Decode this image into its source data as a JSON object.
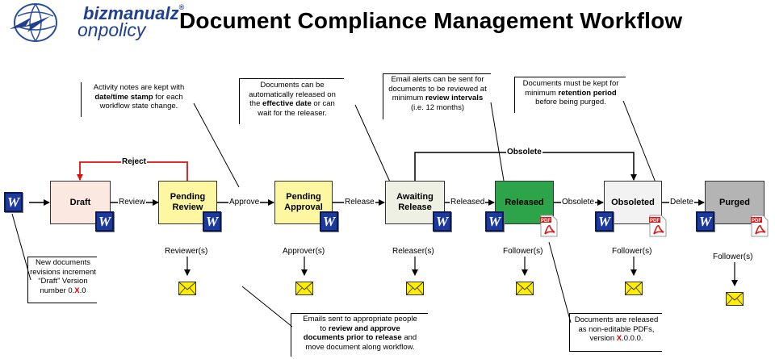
{
  "header": {
    "title": "Document Compliance Management Workflow",
    "logo_line1": "bizmanualz",
    "logo_line2": "onpolicy",
    "logo_reg": "®"
  },
  "states": [
    {
      "id": "draft",
      "label": "Draft",
      "color": "#fbe8e0"
    },
    {
      "id": "pending-review",
      "label": "Pending Review",
      "color": "#fcf7a0"
    },
    {
      "id": "pending-approval",
      "label": "Pending Approval",
      "color": "#fcf7a0"
    },
    {
      "id": "awaiting-release",
      "label": "Awaiting Release",
      "color": "#eef0e4"
    },
    {
      "id": "released",
      "label": "Released",
      "color": "#2ea44a"
    },
    {
      "id": "obsoleted",
      "label": "Obsoleted",
      "color": "#f2f2f2"
    },
    {
      "id": "purged",
      "label": "Purged",
      "color": "#b4b4b4"
    }
  ],
  "transitions": {
    "review": "Review",
    "approve": "Approve",
    "release": "Release",
    "released": "Released",
    "obsolete": "Obsolete",
    "delete": "Delete",
    "reject": "Reject",
    "obsolete_top": "Obsolete"
  },
  "actors": {
    "reviewers": "Reviewer(s)",
    "approver": "Approver(s)",
    "releaser": "Releaser(s)",
    "followers_released": "Follower(s)",
    "followers_obsoleted": "Follower(s)",
    "followers_purged": "Follower(s)"
  },
  "notes": {
    "activity": {
      "l1": "Activity notes are kept with",
      "b1": "date/time stamp",
      "l2": " for each",
      "l3": "workflow state change."
    },
    "auto_release": {
      "l1": "Documents can be",
      "l2": "automatically released on",
      "l3a": "the ",
      "b1": "effective date",
      "l3b": " or can",
      "l4": "wait for the releaser."
    },
    "email_alerts": {
      "l1": "Email alerts can be sent for",
      "l2": "documents to be reviewed at",
      "l3a": "minimum ",
      "b1": "review intervals",
      "l4": "(i.e. 12 months)"
    },
    "retention": {
      "l1": "Documents must be kept for",
      "l2a": "minimum ",
      "b1": "retention period",
      "l3": "before being purged."
    },
    "new_docs": {
      "l1": "New documents",
      "l2": "revisions increment",
      "l3": "“Draft” Version",
      "l4a": "number 0.",
      "red": "X",
      "l4b": ".0"
    },
    "emails": {
      "l1": "Emails sent to appropriate people",
      "l2a": "to ",
      "b1": "review and approve",
      "b2": "documents prior to release",
      "l3b": " and",
      "l4": "move document along workflow."
    },
    "pdfs": {
      "l1": "Documents are released",
      "l2": "as non-editable PDFs,",
      "l3a": "version ",
      "red": "X",
      "l3b": ".0.0.0."
    }
  },
  "icons": {
    "word": "W",
    "pdf_label": "PDF"
  },
  "colors": {
    "reject_line": "#e01010",
    "word_blue": "#1c3a9e",
    "mail_yellow": "#ffee00"
  }
}
